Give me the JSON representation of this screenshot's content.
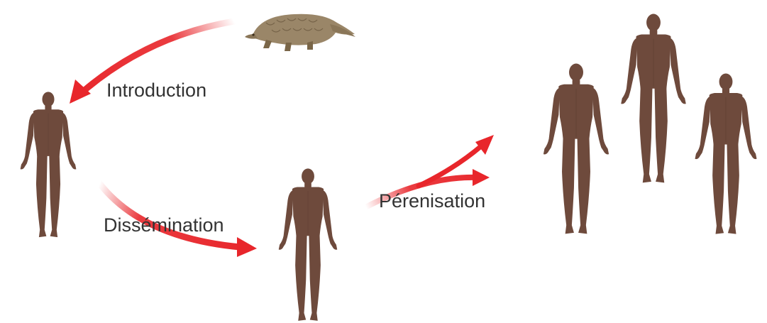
{
  "diagram": {
    "labels": {
      "introduction": "Introduction",
      "dissemination": "Dissémination",
      "perennisation": "Pérenisation"
    },
    "nodes": [
      {
        "name": "pangolin",
        "icon": "pangolin-icon"
      },
      {
        "name": "first-human",
        "icon": "human-icon"
      },
      {
        "name": "second-human",
        "icon": "human-icon"
      },
      {
        "name": "population-human-1",
        "icon": "human-icon"
      },
      {
        "name": "population-human-2",
        "icon": "human-icon"
      },
      {
        "name": "population-human-3",
        "icon": "human-icon"
      }
    ],
    "colors": {
      "arrow": "#e8262b",
      "human": "#6e4a3c",
      "pangolin": "#9a8668",
      "text": "#333333"
    }
  }
}
